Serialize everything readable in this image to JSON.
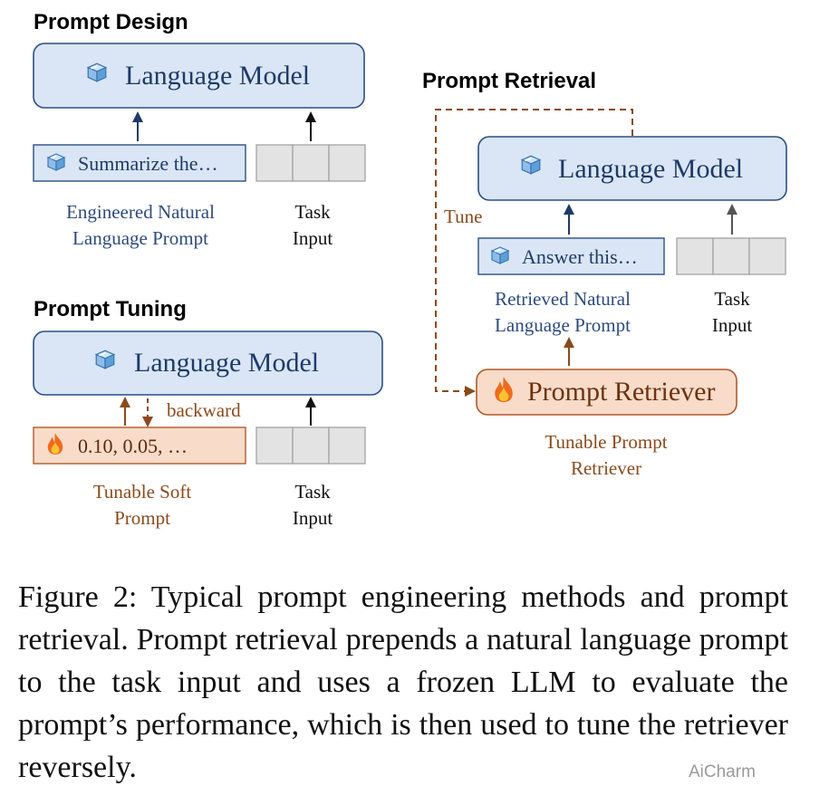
{
  "prompt_design": {
    "title": "Prompt Design",
    "model_label": "Language Model",
    "prompt_text": "Summarize the…",
    "prompt_caption": [
      "Engineered Natural",
      "Language Prompt"
    ],
    "task_caption": [
      "Task",
      "Input"
    ],
    "icon": "ice-cube-icon"
  },
  "prompt_tuning": {
    "title": "Prompt Tuning",
    "model_label": "Language Model",
    "prompt_text": "0.10, 0.05, …",
    "backward_label": "backward",
    "prompt_caption": [
      "Tunable Soft",
      "Prompt"
    ],
    "task_caption": [
      "Task",
      "Input"
    ],
    "icon": "fire-icon"
  },
  "prompt_retrieval": {
    "title": "Prompt Retrieval",
    "model_label": "Language Model",
    "prompt_text": "Answer this…",
    "prompt_caption": [
      "Retrieved Natural",
      "Language Prompt"
    ],
    "task_caption": [
      "Task",
      "Input"
    ],
    "tune_label": "Tune",
    "retriever_label": "Prompt Retriever",
    "retriever_caption": [
      "Tunable Prompt",
      "Retriever"
    ]
  },
  "colors": {
    "model_fill": "#dae6f5",
    "model_stroke": "#2b4e84",
    "task_fill": "#e3e3e3",
    "task_stroke": "#a8a8a8",
    "soft_fill": "#f8dcc9",
    "soft_stroke": "#b2582b",
    "arrow_blue": "#1f3a68",
    "arrow_brown": "#8a4a1c"
  },
  "caption": "Figure 2: Typical prompt engineering methods and prompt retrieval. Prompt retrieval prepends a natural language prompt to the task input and uses a frozen LLM to evaluate the prompt’s performance, which is then used to tune the retriever reversely.",
  "watermark": "AiCharm"
}
